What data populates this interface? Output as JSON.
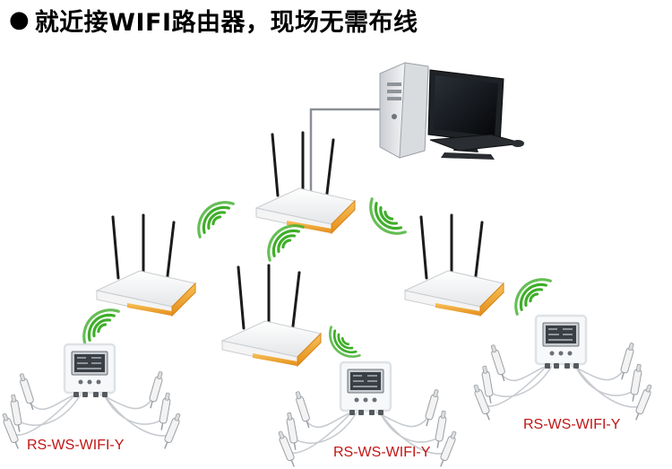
{
  "heading": {
    "bullet": "●",
    "text": "就近接WIFI路由器，现场无需布线"
  },
  "devices": [
    {
      "label": "RS-WS-WIFI-Y"
    },
    {
      "label": "RS-WS-WIFI-Y"
    },
    {
      "label": "RS-WS-WIFI-Y"
    }
  ],
  "colors": {
    "label_red": "#c21515",
    "wifi_green": "#3fae2a",
    "router_orange": "#f2a32b",
    "screen_dark": "#2b2b2b"
  }
}
